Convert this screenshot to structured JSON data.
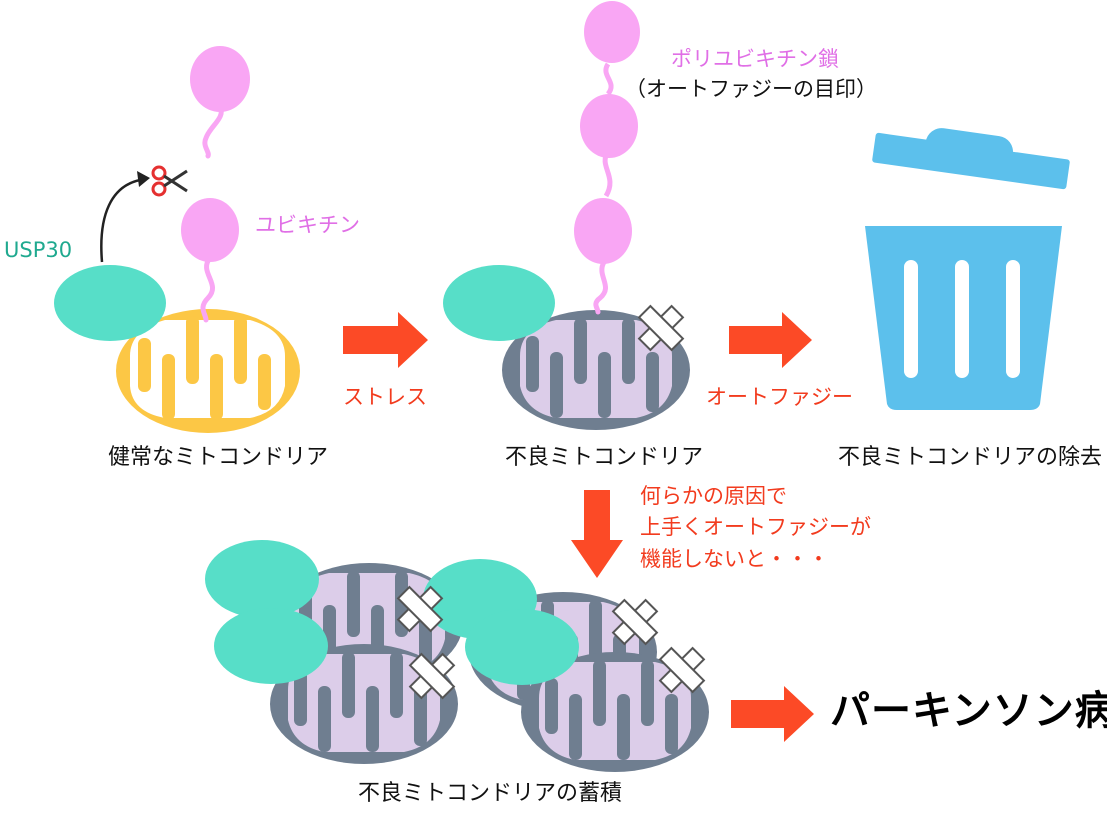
{
  "labels": {
    "usp30": "USP30",
    "ubiquitin": "ユビキチン",
    "polyubiquitin": "ポリユビキチン鎖",
    "autophagy_mark": "（オートファジーの目印）",
    "stress": "ストレス",
    "autophagy": "オートファジー",
    "healthy": "健常なミトコンドリア",
    "damaged": "不良ミトコンドリア",
    "removal": "不良ミトコンドリアの除去",
    "cause_line1": "何らかの原因で",
    "cause_line2": "上手くオートファジーが",
    "cause_line3": "機能しないと・・・",
    "accumulation": "不良ミトコンドリアの蓄積",
    "disease": "パーキンソン病"
  },
  "colors": {
    "usp30": "#57dec8",
    "ubiquitin": "#f9a6f4",
    "healthy_mito": "#fcc745",
    "damaged_mito": "#6f7e90",
    "damaged_inner": "#dccde9",
    "trash": "#5cc0ec",
    "arrow": "#fc4a26"
  },
  "icons": [
    "scissors-icon",
    "trash-can-icon",
    "bandage-icon"
  ]
}
